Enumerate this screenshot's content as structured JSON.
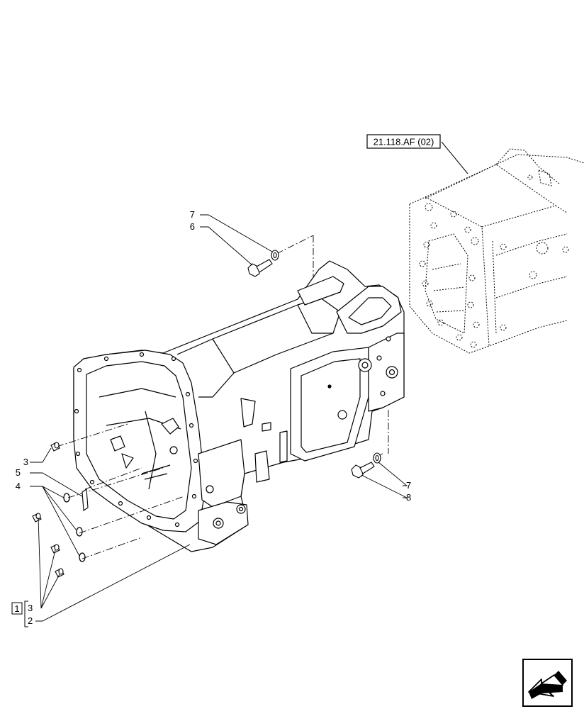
{
  "reference_box": {
    "label": "21.118.AF (02)"
  },
  "callouts": {
    "c7_top": "7",
    "c6": "6",
    "c3_left": "3",
    "c5": "5",
    "c4": "4",
    "c7_right": "7",
    "c8": "8",
    "group_box": "1",
    "group_item_3": "3",
    "group_item_2": "2"
  },
  "icons": {
    "corner": "navigation-arrow-icon"
  }
}
